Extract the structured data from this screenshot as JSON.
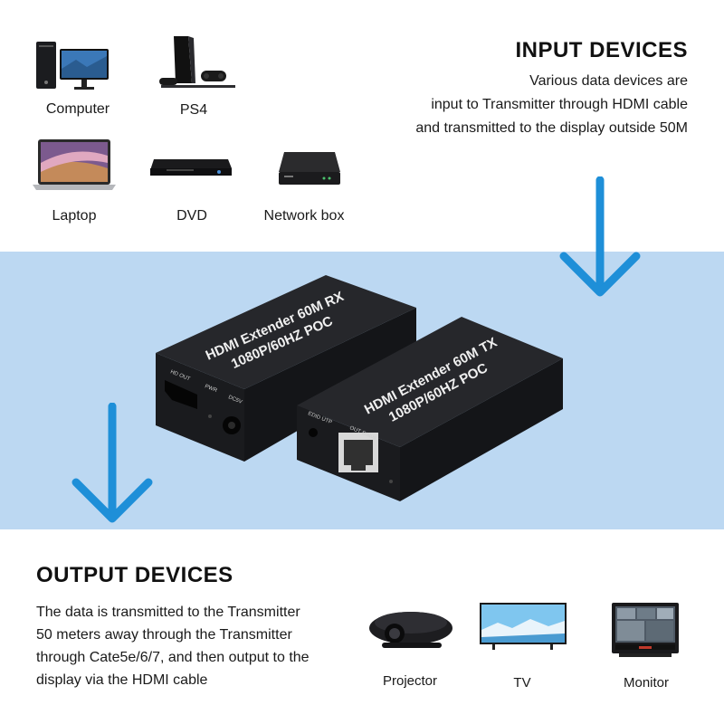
{
  "input": {
    "title": "INPUT DEVICES",
    "lines": [
      "Various data devices are",
      "input to Transmitter through HDMI cable",
      "and transmitted to the display outside 50M"
    ],
    "devices": [
      {
        "label": "Computer",
        "icon": "computer-icon"
      },
      {
        "label": "PS4",
        "icon": "ps4-icon"
      },
      {
        "label": "Laptop",
        "icon": "laptop-icon"
      },
      {
        "label": "DVD",
        "icon": "dvd-icon"
      },
      {
        "label": "Network box",
        "icon": "network-box-icon"
      }
    ]
  },
  "product": {
    "rx": {
      "line1": "HDMI Extender 60M RX",
      "line2": "1080P/60HZ POC",
      "ports": [
        "HD OUT",
        "PWR",
        "DC5V"
      ]
    },
    "tx": {
      "line1": "HDMI Extender 60M TX",
      "line2": "1080P/60HZ POC",
      "ports": [
        "EDID UTP",
        "OUT Status"
      ]
    }
  },
  "output": {
    "title": "OUTPUT DEVICES",
    "lines": [
      "The data is transmitted to the Transmitter",
      "50 meters away through the Transmitter",
      "through Cate5e/6/7, and then output to the",
      "display via the HDMI cable"
    ],
    "devices": [
      {
        "label": "Projector",
        "icon": "projector-icon"
      },
      {
        "label": "TV",
        "icon": "tv-icon"
      },
      {
        "label": "Monitor",
        "icon": "monitor-icon"
      }
    ]
  },
  "colors": {
    "band": "#bcd8f2",
    "arrow": "#1e8fd8"
  }
}
